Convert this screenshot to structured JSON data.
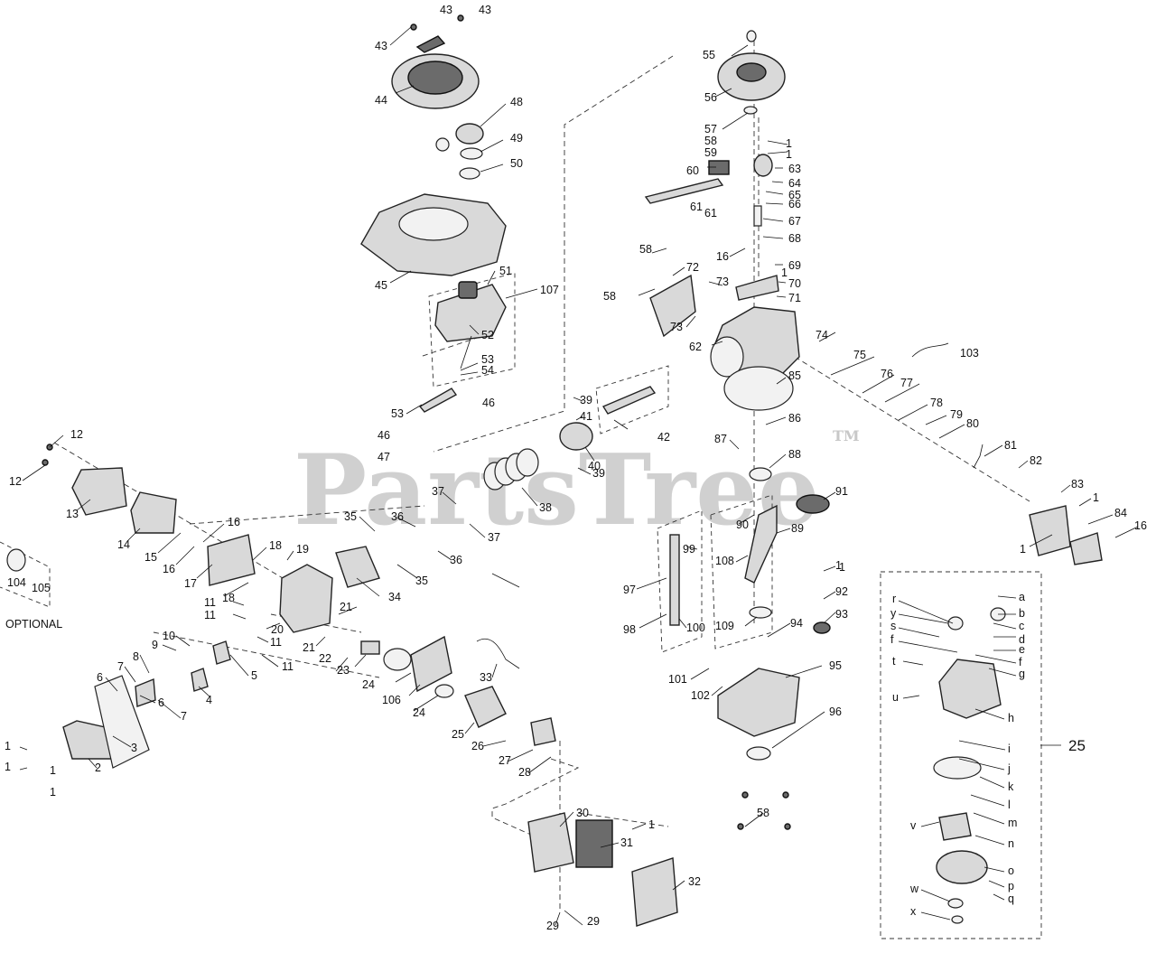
{
  "watermark": {
    "text": "PartsTree",
    "tm": "TM"
  },
  "optional_label": "OPTIONAL",
  "assembly_label": "25",
  "callouts": [
    {
      "t": "43"
    },
    {
      "t": "43"
    },
    {
      "t": "43"
    },
    {
      "t": "44"
    },
    {
      "t": "48"
    },
    {
      "t": "49"
    },
    {
      "t": "50"
    },
    {
      "t": "45"
    },
    {
      "t": "51"
    },
    {
      "t": "107"
    },
    {
      "t": "52"
    },
    {
      "t": "53"
    },
    {
      "t": "54"
    },
    {
      "t": "53"
    },
    {
      "t": "46"
    },
    {
      "t": "46"
    },
    {
      "t": "47"
    },
    {
      "t": "55"
    },
    {
      "t": "56"
    },
    {
      "t": "57"
    },
    {
      "t": "58"
    },
    {
      "t": "59"
    },
    {
      "t": "60"
    },
    {
      "t": "61"
    },
    {
      "t": "61"
    },
    {
      "t": "1"
    },
    {
      "t": "1"
    },
    {
      "t": "63"
    },
    {
      "t": "64"
    },
    {
      "t": "65"
    },
    {
      "t": "66"
    },
    {
      "t": "67"
    },
    {
      "t": "68"
    },
    {
      "t": "16"
    },
    {
      "t": "69"
    },
    {
      "t": "1"
    },
    {
      "t": "70"
    },
    {
      "t": "71"
    },
    {
      "t": "58"
    },
    {
      "t": "72"
    },
    {
      "t": "73"
    },
    {
      "t": "58"
    },
    {
      "t": "73"
    },
    {
      "t": "62"
    },
    {
      "t": "74"
    },
    {
      "t": "103"
    },
    {
      "t": "75"
    },
    {
      "t": "76"
    },
    {
      "t": "77"
    },
    {
      "t": "85"
    },
    {
      "t": "78"
    },
    {
      "t": "79"
    },
    {
      "t": "80"
    },
    {
      "t": "86"
    },
    {
      "t": "39"
    },
    {
      "t": "41"
    },
    {
      "t": "42"
    },
    {
      "t": "40"
    },
    {
      "t": "39"
    },
    {
      "t": "87"
    },
    {
      "t": "88"
    },
    {
      "t": "81"
    },
    {
      "t": "82"
    },
    {
      "t": "83"
    },
    {
      "t": "1"
    },
    {
      "t": "84"
    },
    {
      "t": "16"
    },
    {
      "t": "1"
    },
    {
      "t": "12"
    },
    {
      "t": "12"
    },
    {
      "t": "13"
    },
    {
      "t": "14"
    },
    {
      "t": "15"
    },
    {
      "t": "16"
    },
    {
      "t": "16"
    },
    {
      "t": "17"
    },
    {
      "t": "18"
    },
    {
      "t": "19"
    },
    {
      "t": "18"
    },
    {
      "t": "37"
    },
    {
      "t": "37"
    },
    {
      "t": "38"
    },
    {
      "t": "35"
    },
    {
      "t": "36"
    },
    {
      "t": "36"
    },
    {
      "t": "35"
    },
    {
      "t": "34"
    },
    {
      "t": "91"
    },
    {
      "t": "90"
    },
    {
      "t": "89"
    },
    {
      "t": "108"
    },
    {
      "t": "99"
    },
    {
      "t": "97"
    },
    {
      "t": "98"
    },
    {
      "t": "100"
    },
    {
      "t": "1"
    },
    {
      "t": "1"
    },
    {
      "t": "92"
    },
    {
      "t": "93"
    },
    {
      "t": "109"
    },
    {
      "t": "94"
    },
    {
      "t": "104"
    },
    {
      "t": "105"
    },
    {
      "t": "11"
    },
    {
      "t": "11"
    },
    {
      "t": "20"
    },
    {
      "t": "21"
    },
    {
      "t": "21"
    },
    {
      "t": "11"
    },
    {
      "t": "11"
    },
    {
      "t": "10"
    },
    {
      "t": "9"
    },
    {
      "t": "5"
    },
    {
      "t": "22"
    },
    {
      "t": "23"
    },
    {
      "t": "24"
    },
    {
      "t": "106"
    },
    {
      "t": "33"
    },
    {
      "t": "8"
    },
    {
      "t": "7"
    },
    {
      "t": "4"
    },
    {
      "t": "7"
    },
    {
      "t": "6"
    },
    {
      "t": "6"
    },
    {
      "t": "3"
    },
    {
      "t": "2"
    },
    {
      "t": "1"
    },
    {
      "t": "1"
    },
    {
      "t": "1"
    },
    {
      "t": "1"
    },
    {
      "t": "24"
    },
    {
      "t": "25"
    },
    {
      "t": "26"
    },
    {
      "t": "27"
    },
    {
      "t": "28"
    },
    {
      "t": "101"
    },
    {
      "t": "102"
    },
    {
      "t": "95"
    },
    {
      "t": "96"
    },
    {
      "t": "58"
    },
    {
      "t": "30"
    },
    {
      "t": "1"
    },
    {
      "t": "31"
    },
    {
      "t": "32"
    },
    {
      "t": "29"
    },
    {
      "t": "29"
    },
    {
      "t": "r"
    },
    {
      "t": "a"
    },
    {
      "t": "y"
    },
    {
      "t": "b"
    },
    {
      "t": "s"
    },
    {
      "t": "c"
    },
    {
      "t": "d"
    },
    {
      "t": "f"
    },
    {
      "t": "e"
    },
    {
      "t": "f"
    },
    {
      "t": "t"
    },
    {
      "t": "g"
    },
    {
      "t": "u"
    },
    {
      "t": "h"
    },
    {
      "t": "i"
    },
    {
      "t": "j"
    },
    {
      "t": "k"
    },
    {
      "t": "l"
    },
    {
      "t": "m"
    },
    {
      "t": "v"
    },
    {
      "t": "n"
    },
    {
      "t": "o"
    },
    {
      "t": "p"
    },
    {
      "t": "w"
    },
    {
      "t": "q"
    },
    {
      "t": "x"
    }
  ]
}
